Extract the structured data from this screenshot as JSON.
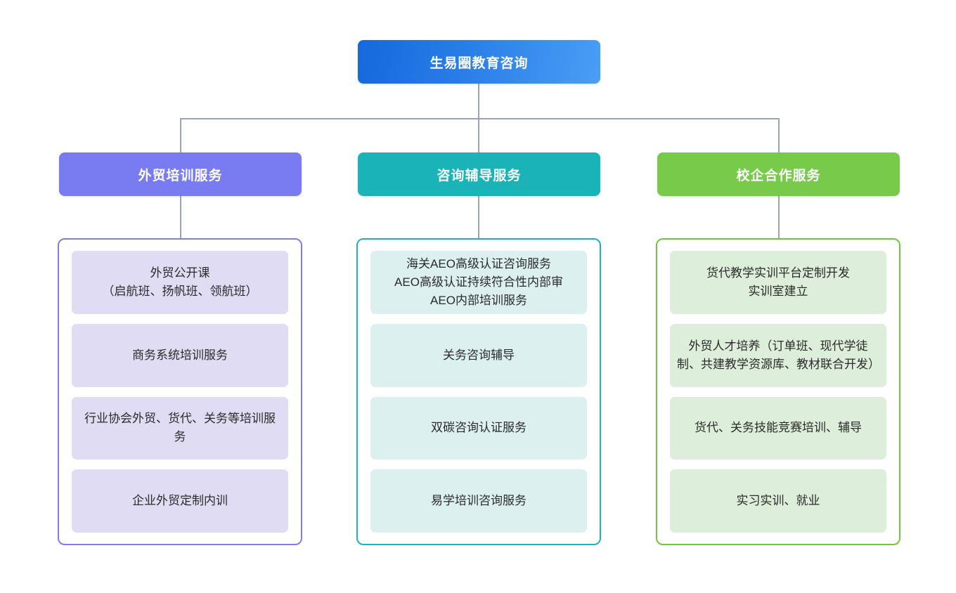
{
  "chart_data": {
    "type": "diagram",
    "title": "生易圈教育咨询",
    "diagram_kind": "organization-tree",
    "levels": 3
  },
  "root": {
    "label": "生易圈教育咨询",
    "color_start": "#1668dc",
    "color_end": "#4a9ef5"
  },
  "connector": {
    "color": "#9aa5ad"
  },
  "branches": [
    {
      "header": "外贸培训服务",
      "header_color": "#787cf0",
      "border_color": "#7b7ef2",
      "card_color": "#e0dcf4",
      "items": [
        "外贸公开课\n（启航班、扬帆班、领航班）",
        "商务系统培训服务",
        "行业协会外贸、货代、关务等培训服务",
        "企业外贸定制内训"
      ]
    },
    {
      "header": "咨询辅导服务",
      "header_color": "#19b3b8",
      "border_color": "#19b3b8",
      "card_color": "#ddf0f0",
      "items": [
        "海关AEO高级认证咨询服务\nAEO高级认证持续符合性内部审\nAEO内部培训服务",
        "关务咨询辅导",
        "双碳咨询认证服务",
        "易学培训咨询服务"
      ]
    },
    {
      "header": "校企合作服务",
      "header_color": "#78ca4b",
      "border_color": "#6ec73c",
      "card_color": "#ddeeda",
      "items": [
        "货代教学实训平台定制开发\n实训室建立",
        "外贸人才培养（订单班、现代学徒制、共建教学资源库、教材联合开发）",
        "货代、关务技能竞赛培训、辅导",
        "实习实训、就业"
      ]
    }
  ]
}
